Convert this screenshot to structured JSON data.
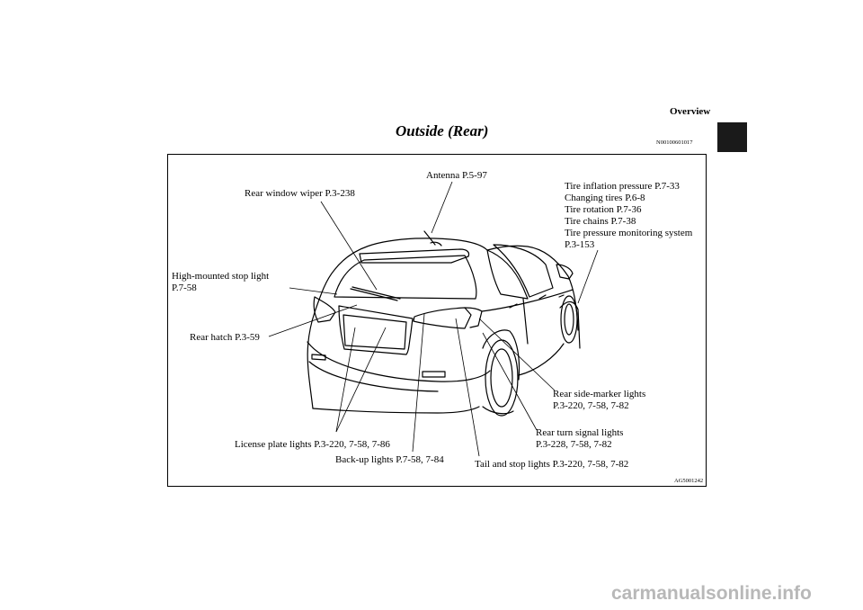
{
  "header": {
    "section": "Overview",
    "title": "Outside (Rear)",
    "code": "N00100601017"
  },
  "figure": {
    "code": "AG5001242",
    "labels": {
      "antenna": "Antenna P.5-97",
      "rear_wiper": "Rear window wiper P.3-238",
      "tire_lines": [
        "Tire inflation pressure P.7-33",
        "Changing tires P.6-8",
        "Tire rotation P.7-36",
        "Tire chains P.7-38",
        "Tire pressure monitoring system",
        "P.3-153"
      ],
      "stop_light_lines": [
        "High-mounted stop light",
        "P.7-58"
      ],
      "rear_hatch": "Rear hatch P.3-59",
      "side_marker_lines": [
        "Rear side-marker lights",
        "P.3-220, 7-58, 7-82"
      ],
      "turn_signal_lines": [
        "Rear turn signal lights",
        "P.3-228, 7-58, 7-82"
      ],
      "license_plate": "License plate lights P.3-220, 7-58, 7-86",
      "backup": "Back-up lights P.7-58, 7-84",
      "tail_stop": "Tail and stop lights P.3-220, 7-58, 7-82"
    }
  },
  "watermark": "carmanualsonline.info"
}
